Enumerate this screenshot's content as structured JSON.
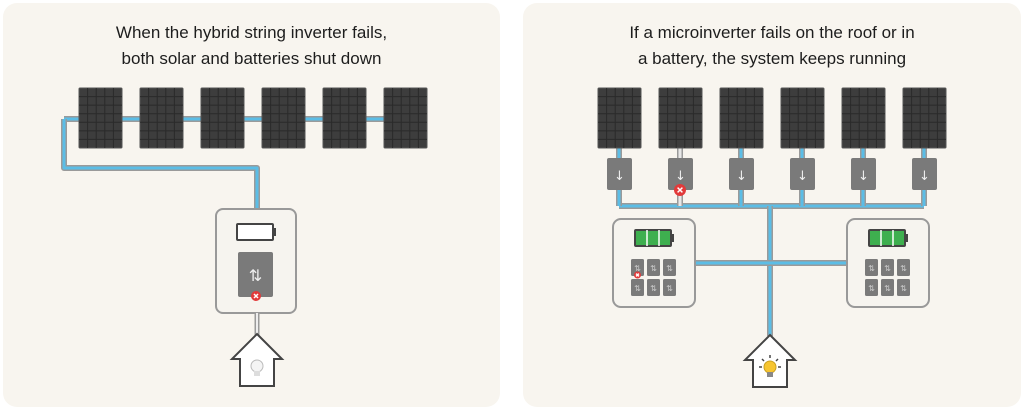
{
  "colors": {
    "panel_bg": "#f8f5ef",
    "wire_blue": "#5bbde6",
    "wire_gray": "#9a9a9a",
    "panel_dark": "#3d3d3d",
    "device_gray": "#7a7a7a",
    "error_red": "#e23a3a",
    "battery_green": "#3eaf4f",
    "bulb_on": "#f7c530"
  },
  "left": {
    "title_line1": "When the hybrid string inverter fails,",
    "title_line2": "both solar and batteries shut down",
    "solar_panels": 6,
    "inverter_status": "failed",
    "battery_status": "empty",
    "house_light": "off"
  },
  "right": {
    "title_line1": "If a microinverter fails on the roof or in",
    "title_line2": "a battery, the system keeps running",
    "solar_panels": 6,
    "microinverters": [
      "ok",
      "failed",
      "ok",
      "ok",
      "ok",
      "ok"
    ],
    "batteries": [
      {
        "charge": "full",
        "cells": [
          "failed",
          "ok",
          "ok",
          "ok",
          "ok",
          "ok"
        ]
      },
      {
        "charge": "full",
        "cells": [
          "ok",
          "ok",
          "ok",
          "ok",
          "ok",
          "ok"
        ]
      }
    ],
    "house_light": "on"
  }
}
